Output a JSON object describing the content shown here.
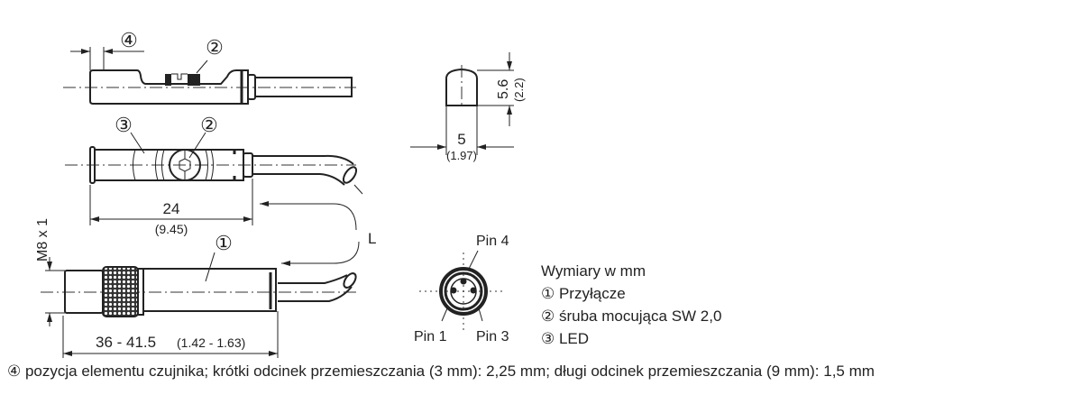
{
  "callouts": {
    "c1": "①",
    "c2": "②",
    "c3": "③",
    "c4": "④"
  },
  "dimensions": {
    "length_24": "24",
    "length_24_in": "(9.45)",
    "cable_L": "L",
    "thread": "M8 x 1",
    "total_length": "36 - 41.5",
    "total_length_in": "(1.42 - 1.63)",
    "height": "5.6",
    "height_in": "(2.2)",
    "width": "5",
    "width_in": "(1.97)"
  },
  "pins": {
    "pin4": "Pin 4",
    "pin1": "Pin 1",
    "pin3": "Pin 3"
  },
  "legend": {
    "title": "Wymiary w mm",
    "items": [
      "① Przyłącze",
      "② śruba mocująca SW 2,0",
      "③ LED"
    ]
  },
  "footnote": "④ pozycja elementu czujnika; krótki odcinek przemieszczania (3 mm): 2,25 mm; długi odcinek przemieszczania (9 mm): 1,5 mm"
}
